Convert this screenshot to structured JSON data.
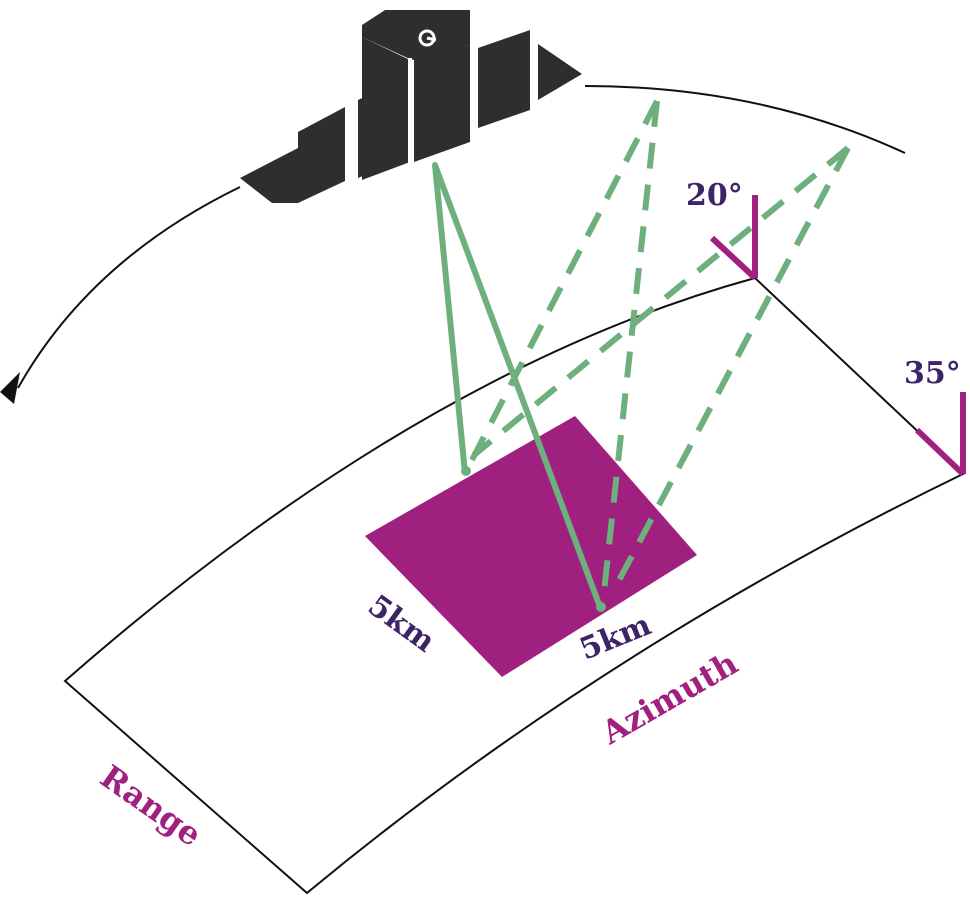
{
  "labels": {
    "angle_near": "20°",
    "angle_far": "35°",
    "swath_width": "5km",
    "swath_length": "5km",
    "azimuth": "Azimuth",
    "range": "Range"
  },
  "colors": {
    "footprint": "#a02080",
    "beam": "#6db07e",
    "text_dark": "#3d2466",
    "text_accent": "#a02080",
    "satellite": "#2e2e2e",
    "outline": "#111111"
  },
  "icons": {
    "satellite": "satellite-icon",
    "orbit_arrow": "orbit-arrow-icon"
  }
}
